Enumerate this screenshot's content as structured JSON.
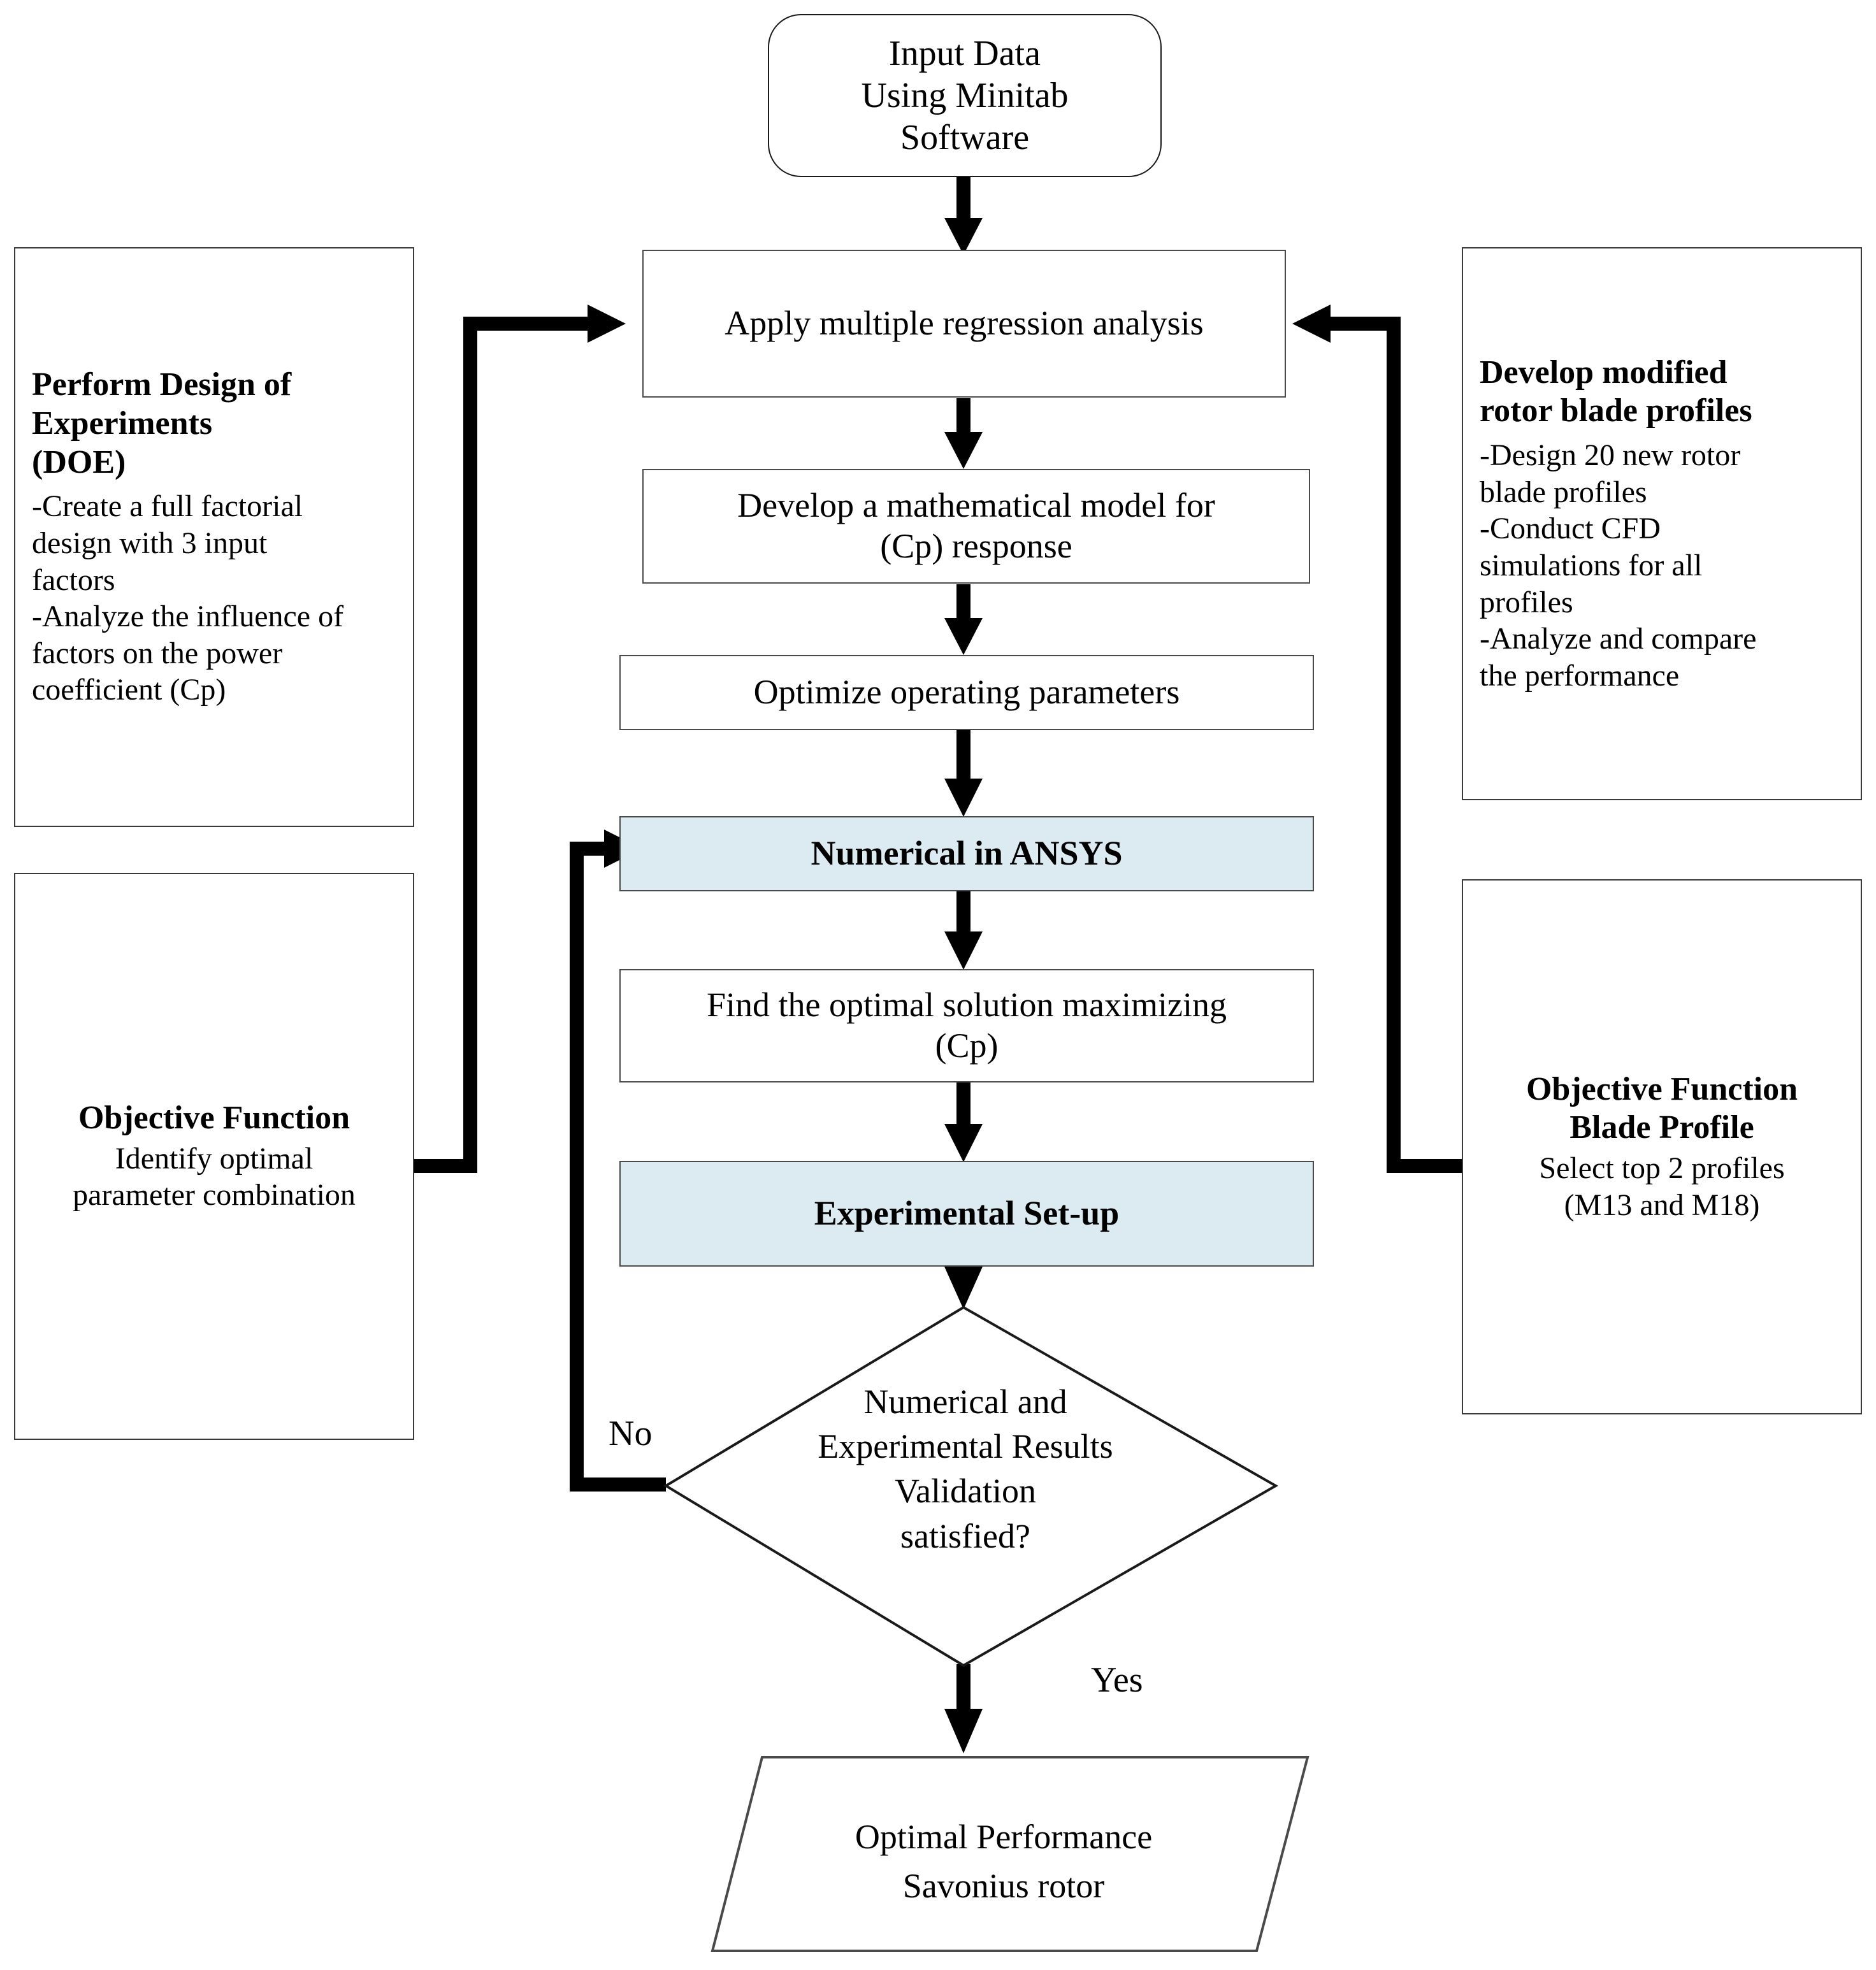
{
  "diagram": {
    "title": "Savonius rotor optimization methodology flowchart",
    "accent_fill": "#dcebf1",
    "border_color": "#4a4a4a",
    "connector_color": "#000000"
  },
  "start_node": {
    "line1": "Input Data",
    "line2": "Using Minitab",
    "line3": "Software"
  },
  "process_steps": [
    {
      "id": "regression",
      "label": "Apply multiple regression analysis",
      "highlighted": false
    },
    {
      "id": "math-model-l1",
      "label": "Develop a mathematical model for",
      "highlighted": false
    },
    {
      "id": "math-model-l2",
      "label": "(Cp) response",
      "highlighted": false
    },
    {
      "id": "optimize",
      "label": "Optimize operating parameters",
      "highlighted": false
    },
    {
      "id": "ansys",
      "label": "Numerical in ANSYS",
      "highlighted": true
    },
    {
      "id": "optimal-l1",
      "label": "Find the optimal solution maximizing",
      "highlighted": false
    },
    {
      "id": "optimal-l2",
      "label": "(Cp)",
      "highlighted": false
    },
    {
      "id": "experimental",
      "label": "Experimental Set-up",
      "highlighted": true
    }
  ],
  "decision": {
    "line1": "Numerical and",
    "line2": "Experimental Results",
    "line3": "Validation",
    "line4": "satisfied?",
    "branch_no": "No",
    "branch_yes": "Yes"
  },
  "terminal": {
    "line1": "Optimal Performance",
    "line2": "Savonius rotor"
  },
  "left_panels": [
    {
      "id": "doe",
      "title": "Perform Design of\nExperiments\n(DOE)",
      "body": "-Create a full factorial\ndesign with 3 input\nfactors\n-Analyze the influence of\nfactors on the power\ncoefficient (Cp)"
    },
    {
      "id": "objective-function-parameters",
      "title": "Objective Function",
      "body": "Identify optimal\nparameter combination"
    }
  ],
  "right_panels": [
    {
      "id": "modified-rotor-blades",
      "title": "Develop modified\nrotor blade profiles",
      "body": "-Design 20 new rotor\nblade profiles\n-Conduct CFD\nsimulations for all\nprofiles\n-Analyze and compare\nthe performance"
    },
    {
      "id": "objective-function-blade-profile",
      "title": "Objective Function\nBlade Profile",
      "body": "Select top 2 profiles\n(M13 and M18)"
    }
  ]
}
